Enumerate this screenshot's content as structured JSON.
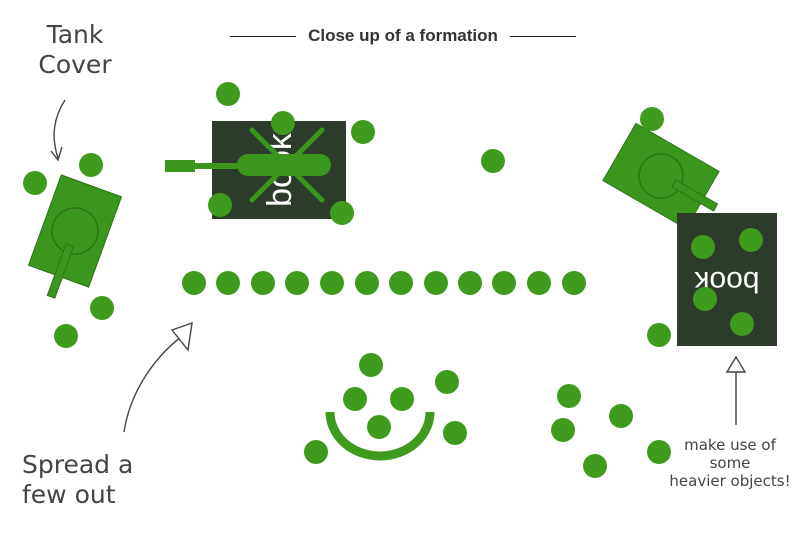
{
  "title": "Close up of a formation",
  "annotations": {
    "tank_cover": [
      "Tank",
      "Cover"
    ],
    "spread_out": [
      "Spread a",
      "few out"
    ],
    "heavier_objects": [
      "make use of",
      "some",
      "heavier objects!"
    ]
  },
  "books": {
    "left_label": "book",
    "right_label": "book"
  },
  "colors": {
    "token_green": "#3f9b1e",
    "tank_green": "#3a961c",
    "book_dark": "#2d3b2a",
    "arrow": "#444444",
    "cross": "#3a961c"
  },
  "icons": [
    "tank-icon",
    "book-icon",
    "soldier-token-icon",
    "arrow-icon"
  ]
}
